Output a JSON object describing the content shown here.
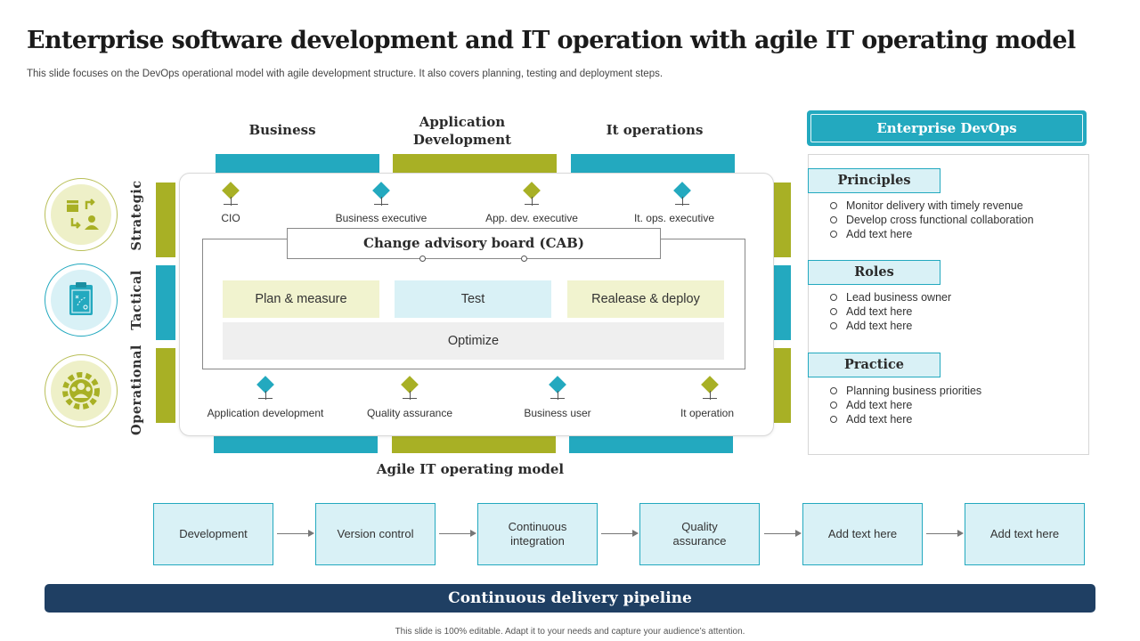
{
  "title": "Enterprise software development and IT operation with agile IT operating model",
  "subtitle": "This slide focuses on the DevOps operational model with agile development structure. It also covers planning, testing and deployment steps.",
  "columns": {
    "business": "Business",
    "app_dev": "Application Development",
    "it_ops": "It operations"
  },
  "side_labels": {
    "strategic": "Strategic",
    "tactical": "Tactical",
    "operational": "Operational"
  },
  "top_stakeholders": [
    "CIO",
    "Business executive",
    "App. dev. executive",
    "It. ops. executive"
  ],
  "bottom_stakeholders": [
    "Application development",
    "Quality assurance",
    "Business user",
    "It operation"
  ],
  "cab": {
    "title": "Change advisory board (CAB)",
    "plan": "Plan & measure",
    "test": "Test",
    "release": "Realease & deploy",
    "optimize": "Optimize"
  },
  "agile_label": "Agile IT operating model",
  "devops": {
    "heading": "Enterprise DevOps",
    "principles": {
      "title": "Principles",
      "items": [
        "Monitor delivery with timely revenue",
        "Develop cross functional collaboration",
        "Add text here"
      ]
    },
    "roles": {
      "title": "Roles",
      "items": [
        "Lead business owner",
        "Add text here",
        "Add text here"
      ]
    },
    "practice": {
      "title": "Practice",
      "items": [
        "Planning business priorities",
        "Add text here",
        "Add text here"
      ]
    }
  },
  "pipeline_steps": [
    "Development",
    "Version control",
    "Continuous integration",
    "Quality assurance",
    "Add text here",
    "Add text here"
  ],
  "pipeline_label": "Continuous delivery pipeline",
  "footer": "This slide is 100% editable. Adapt it to your needs and capture your audience’s attention.",
  "colors": {
    "teal": "#23a9bf",
    "olive": "#a8b025",
    "navy": "#1f3f63",
    "light_teal": "#d9f1f6",
    "light_olive": "#f1f3cf",
    "light_gray": "#efefef"
  },
  "icons": {
    "strategic": "boxes-exchange-user-icon",
    "tactical": "clipboard-strategy-icon",
    "operational": "gear-team-icon"
  }
}
